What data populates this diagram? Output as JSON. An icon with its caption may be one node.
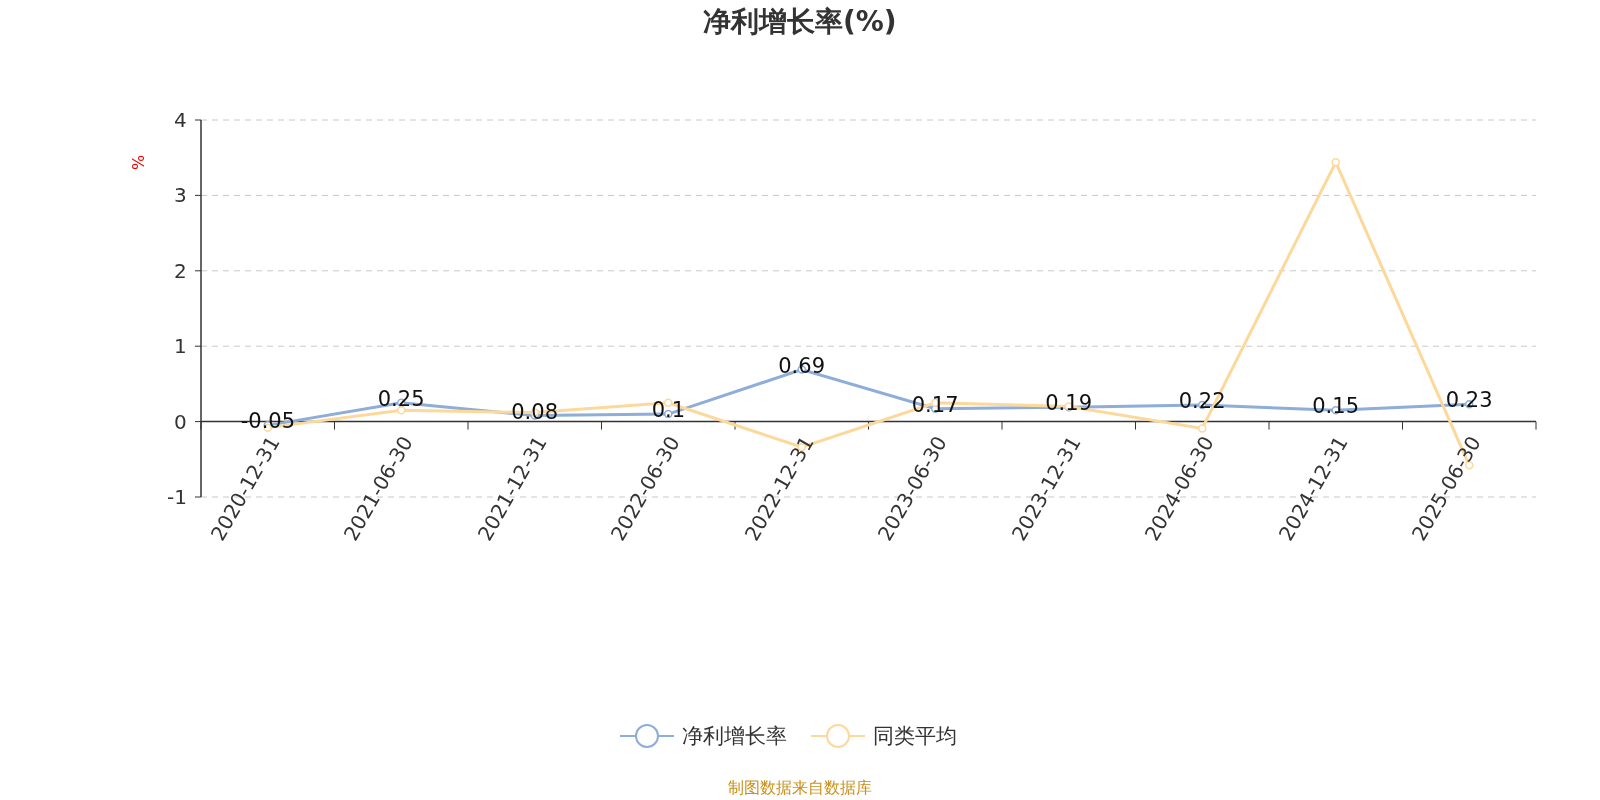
{
  "diagram": {
    "title": "净利增长率(%)",
    "caption": "制图数据来自数据库",
    "chart_data": {
      "type": "line",
      "ylabel": "%",
      "categories": [
        "2020-12-31",
        "2021-06-30",
        "2021-12-31",
        "2022-06-30",
        "2022-12-31",
        "2023-06-30",
        "2023-12-31",
        "2024-06-30",
        "2024-12-31",
        "2025-06-30"
      ],
      "series": [
        {
          "name": "净利增长率",
          "color": "#8eadd9",
          "values": [
            -0.05,
            0.25,
            0.08,
            0.1,
            0.69,
            0.17,
            0.19,
            0.22,
            0.15,
            0.23
          ],
          "data_labels": true,
          "marker": "circle"
        },
        {
          "name": "同类平均",
          "color": "#fdd89b",
          "values": [
            -0.08,
            0.15,
            0.12,
            0.25,
            -0.34,
            0.25,
            0.2,
            -0.09,
            3.44,
            -0.58
          ],
          "marker": "circle"
        }
      ],
      "ylim": [
        -1,
        4
      ],
      "yticks": [
        -1,
        0,
        1,
        2,
        3,
        4
      ],
      "grid": true,
      "legend": true
    }
  }
}
